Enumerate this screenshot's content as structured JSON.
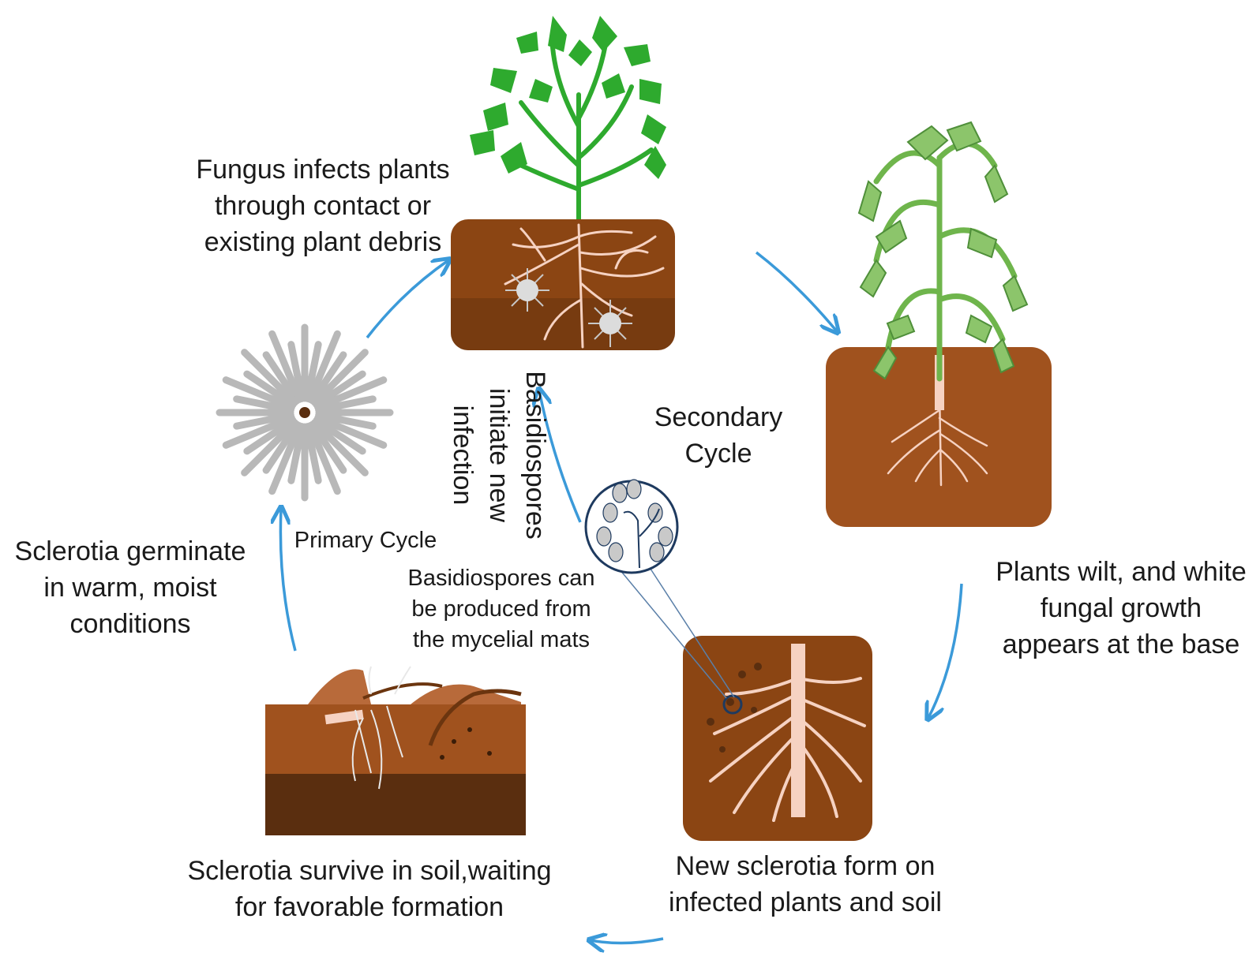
{
  "labels": {
    "fungus_infects": [
      "Fungus infects plants",
      "through contact or",
      "existing plant debris"
    ],
    "basidiospores_initiate": [
      "Basidiospores",
      "initiate new",
      "infection"
    ],
    "secondary_cycle": [
      "Secondary",
      "Cycle"
    ],
    "plants_wilt": [
      "Plants wilt, and white",
      "fungal growth",
      "appears at the base"
    ],
    "primary_cycle": "Primary Cycle",
    "sclerotia_germinate": [
      "Sclerotia germinate",
      "in warm, moist",
      "conditions"
    ],
    "basidiospores_produced": [
      "Basidiospores can",
      "be produced from",
      "the mycelial mats"
    ],
    "sclerotia_survive": [
      "Sclerotia survive in soil,waiting",
      "for favorable formation"
    ],
    "new_sclerotia": [
      "New sclerotia form on",
      "infected plants and soil"
    ]
  },
  "colors": {
    "soil_brown": "#8b4513",
    "soil_dark": "#5a2e0f",
    "soil_orange": "#a0521e",
    "root_pink": "#f6d2c2",
    "leaf_green": "#2eaa2e",
    "wilt_green": "#8cc56b",
    "arrow_blue": "#3b9ad9",
    "mycelium_gray": "#b8b8b8"
  }
}
